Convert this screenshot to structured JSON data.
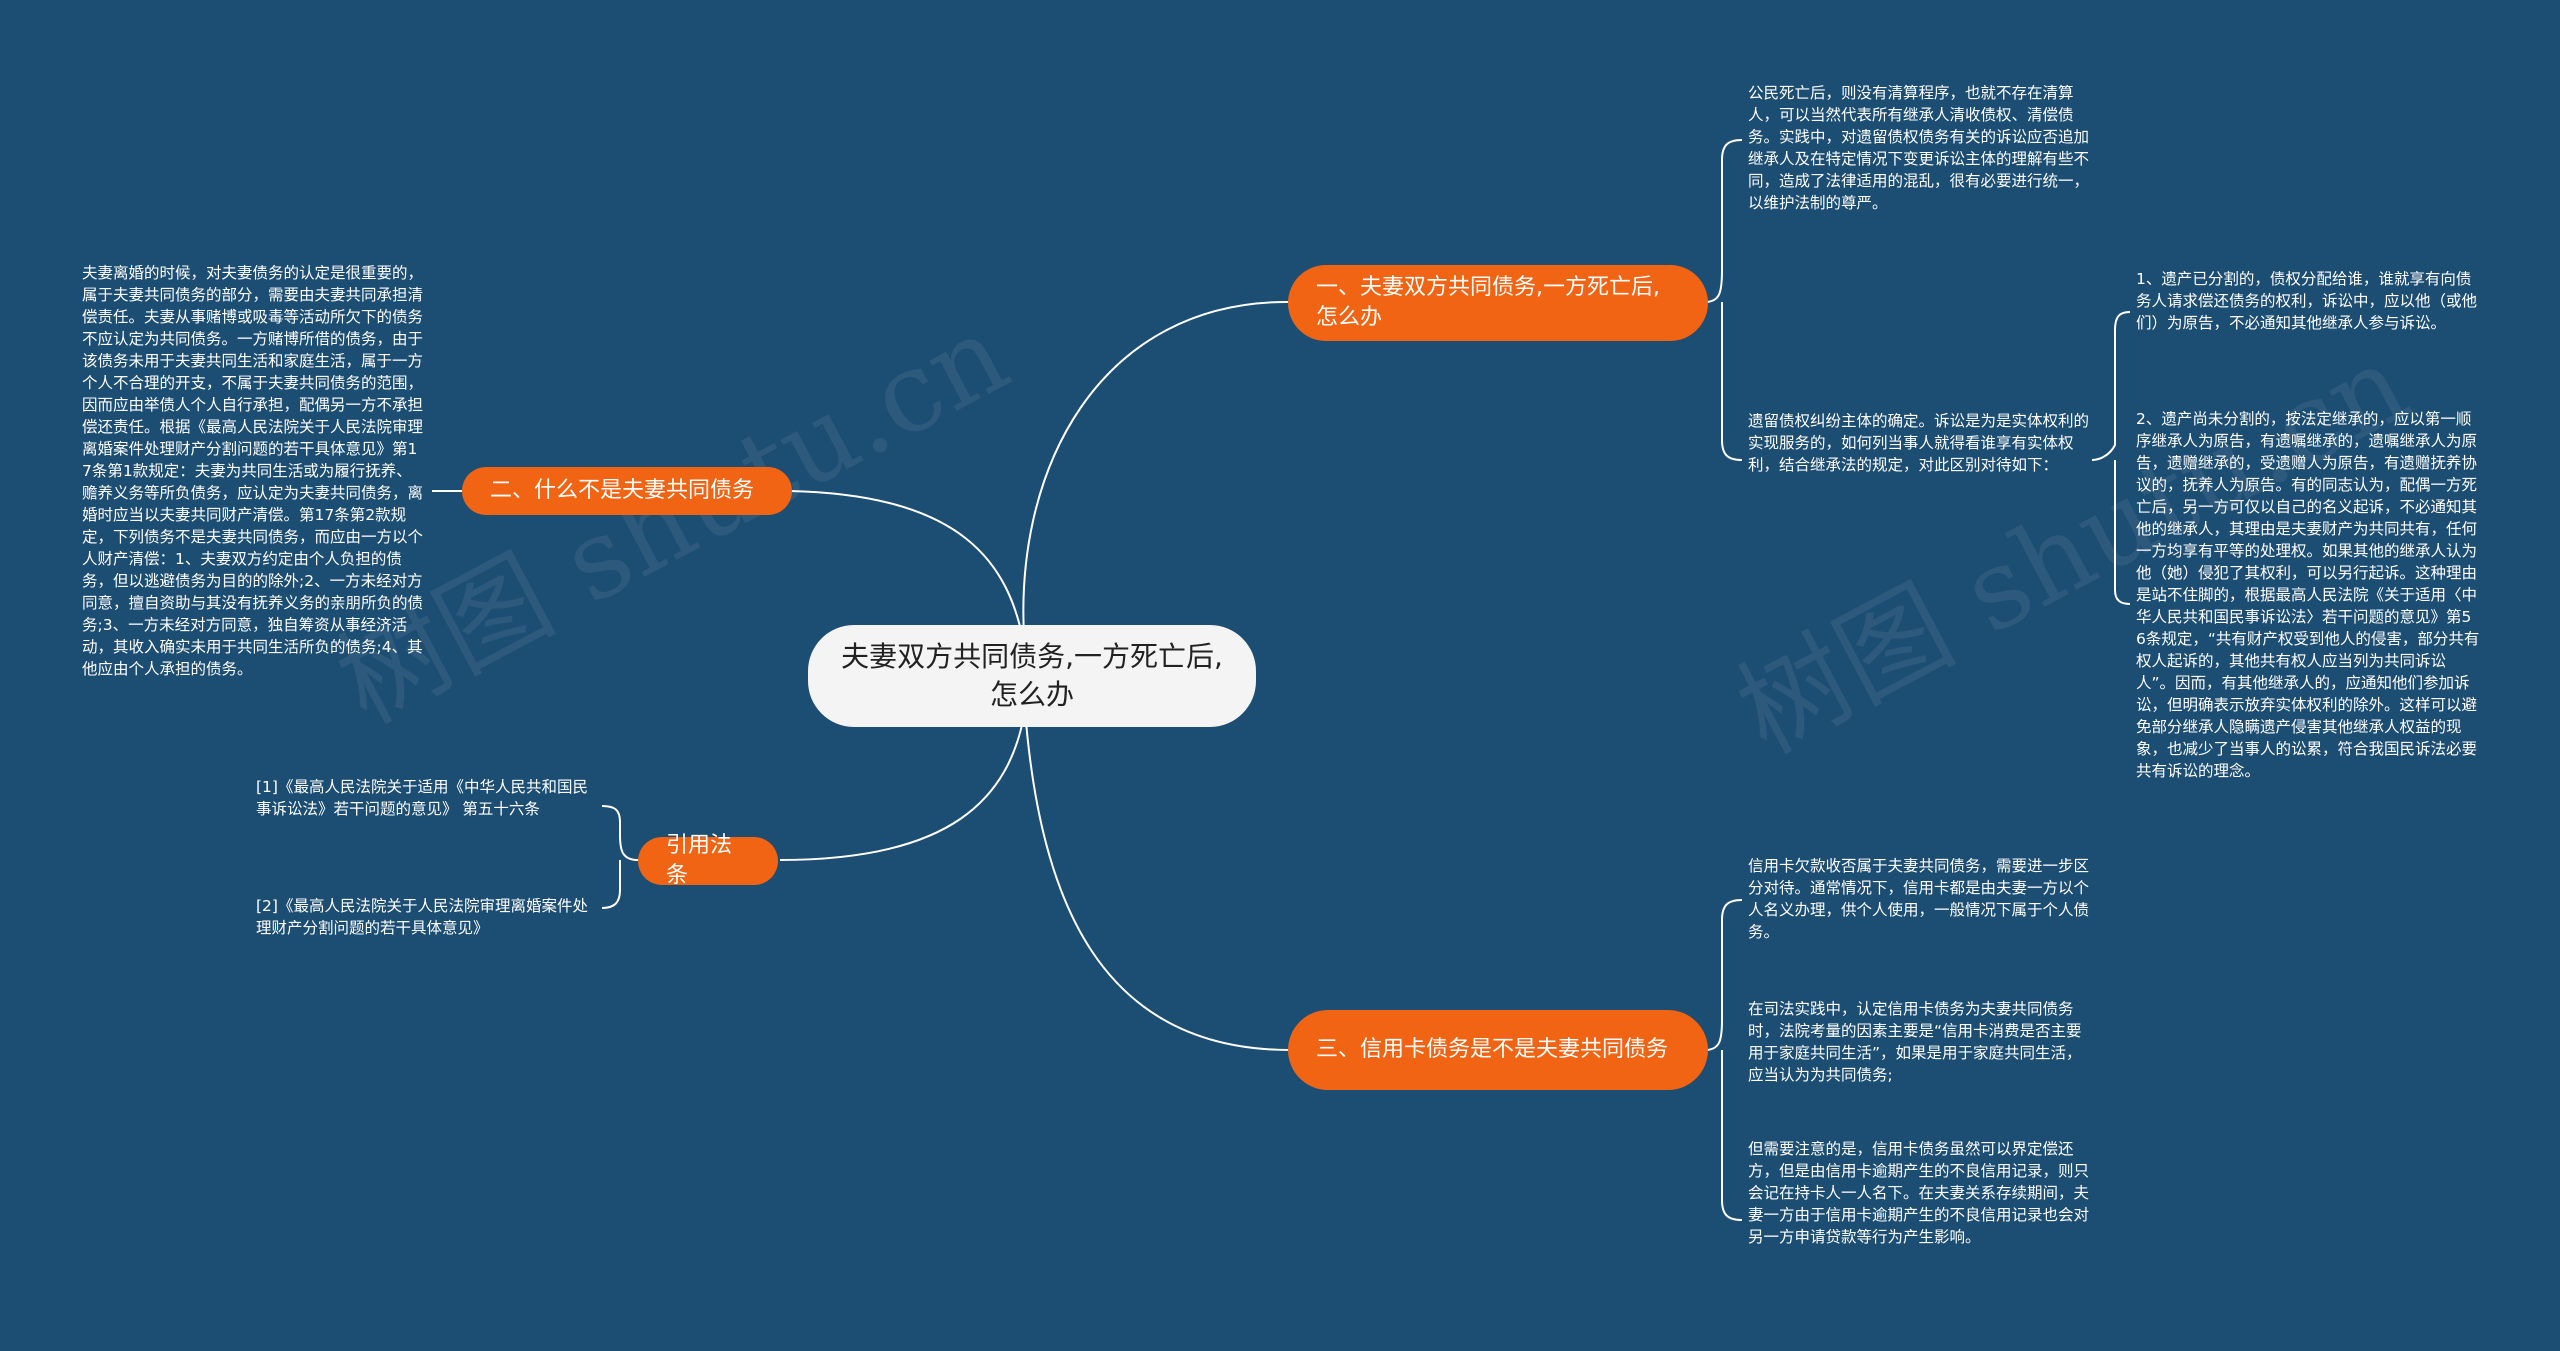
{
  "center": {
    "title": "夫妻双方共同债务,一方死亡后,怎么办"
  },
  "branches": [
    {
      "label": "一、夫妻双方共同债务,一方死亡后,怎么办"
    },
    {
      "label": "二、什么不是夫妻共同债务"
    },
    {
      "label": "引用法条"
    },
    {
      "label": "三、信用卡债务是不是夫妻共同债务"
    }
  ],
  "b1": {
    "leaf1": "公民死亡后，则没有清算程序，也就不存在清算人，可以当然代表所有继承人清收债权、清偿债务。实践中，对遗留债权债务有关的诉讼应否追加继承人及在特定情况下变更诉讼主体的理解有些不同，造成了法律适用的混乱，很有必要进行统一，以维护法制的尊严。",
    "leaf2": "遗留债权纠纷主体的确定。诉讼是为是实体权利的实现服务的，如何列当事人就得看谁享有实体权利，结合继承法的规定，对此区别对待如下：",
    "sub1": "1、遗产已分割的，债权分配给谁，谁就享有向债务人请求偿还债务的权利，诉讼中，应以他（或他们）为原告，不必通知其他继承人参与诉讼。",
    "sub2": "2、遗产尚未分割的，按法定继承的，应以第一顺序继承人为原告，有遗嘱继承的，遗嘱继承人为原告，遗赠继承的，受遗赠人为原告，有遗赠抚养协议的，抚养人为原告。有的同志认为，配偶一方死亡后，另一方可仅以自己的名义起诉，不必通知其他的继承人，其理由是夫妻财产为共同共有，任何一方均享有平等的处理权。如果其他的继承人认为他（她）侵犯了其权利，可以另行起诉。这种理由是站不住脚的，根据最高人民法院《关于适用〈中华人民共和国民事诉讼法〉若干问题的意见》第56条规定，“共有财产权受到他人的侵害，部分共有权人起诉的，其他共有权人应当列为共同诉讼人”。因而，有其他继承人的，应通知他们参加诉讼，但明确表示放弃实体权利的除外。这样可以避免部分继承人隐瞒遗产侵害其他继承人权益的现象，也减少了当事人的讼累，符合我国民诉法必要共有诉讼的理念。"
  },
  "b2": {
    "leaf1": "夫妻离婚的时候，对夫妻债务的认定是很重要的，属于夫妻共同债务的部分，需要由夫妻共同承担清偿责任。夫妻从事赌博或吸毒等活动所欠下的债务不应认定为共同债务。一方赌博所借的债务，由于该债务未用于夫妻共同生活和家庭生活，属于一方个人不合理的开支，不属于夫妻共同债务的范围，因而应由举债人个人自行承担，配偶另一方不承担偿还责任。根据《最高人民法院关于人民法院审理离婚案件处理财产分割问题的若干具体意见》第17条第1款规定：夫妻为共同生活或为履行抚养、赡养义务等所负债务，应认定为夫妻共同债务，离婚时应当以夫妻共同财产清偿。第17条第2款规定，下列债务不是夫妻共同债务，而应由一方以个人财产清偿：1、夫妻双方约定由个人负担的债务，但以逃避债务为目的的除外;2、一方未经对方同意，擅自资助与其没有抚养义务的亲朋所负的债务;3、一方未经对方同意，独自筹资从事经济活动，其收入确实未用于共同生活所负的债务;4、其他应由个人承担的债务。"
  },
  "b3": {
    "leaf1": "[1]《最高人民法院关于适用《中华人民共和国民事诉讼法》若干问题的意见》 第五十六条",
    "leaf2": "[2]《最高人民法院关于人民法院审理离婚案件处理财产分割问题的若干具体意见》"
  },
  "b4": {
    "leaf1": "信用卡欠款收否属于夫妻共同债务，需要进一步区分对待。通常情况下，信用卡都是由夫妻一方以个人名义办理，供个人使用，一般情况下属于个人债务。",
    "leaf2": "在司法实践中，认定信用卡债务为夫妻共同债务时，法院考量的因素主要是“信用卡消费是否主要用于家庭共同生活”，如果是用于家庭共同生活，应当认为为共同债务;",
    "leaf3": "但需要注意的是，信用卡债务虽然可以界定偿还方，但是由信用卡逾期产生的不良信用记录，则只会记在持卡人一人名下。在夫妻关系存续期间，夫妻一方由于信用卡逾期产生的不良信用记录也会对另一方申请贷款等行为产生影响。"
  },
  "colors": {
    "background": "#1c4d73",
    "branch": "#f06414",
    "center": "#f4f4f4",
    "line": "#ffffff"
  }
}
